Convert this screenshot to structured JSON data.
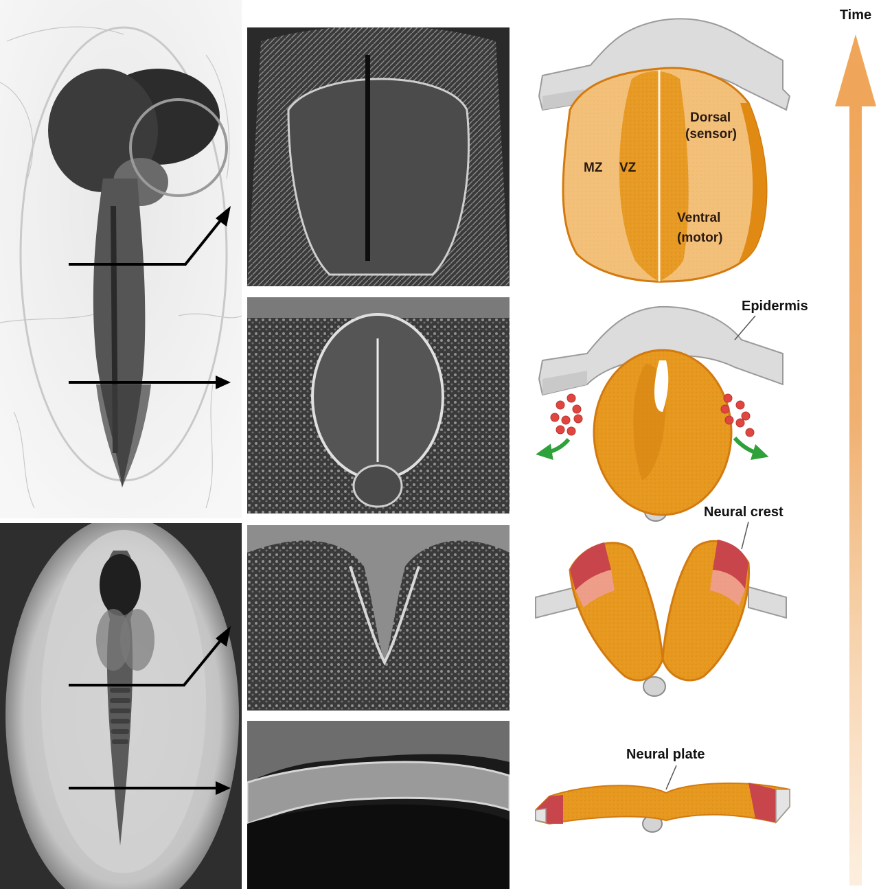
{
  "labels": {
    "time": "Time",
    "dorsal_line1": "Dorsal",
    "dorsal_line2": "(sensor)",
    "mz": "MZ",
    "vz": "VZ",
    "ventral_line1": "Ventral",
    "ventral_line2": "(motor)",
    "epidermis": "Epidermis",
    "neural_crest": "Neural crest",
    "neural_plate": "Neural plate"
  },
  "colors": {
    "neural_tissue": "#e6981f",
    "neural_tissue_light": "#f3c07a",
    "neural_tissue_dark": "#d27a10",
    "epidermis": "#dcdcdc",
    "neural_crest": "#c8454b",
    "migrating_cells": "#e0463f",
    "migration_arrow": "#2fa13a",
    "time_arrow": "#f0a65a"
  },
  "photos": [
    {
      "name": "embryo-later-stage",
      "kind": "light micrograph"
    },
    {
      "name": "section-closed-tube-upper",
      "kind": "scanning electron micrograph"
    },
    {
      "name": "section-closed-tube-lower",
      "kind": "scanning electron micrograph"
    },
    {
      "name": "embryo-early-stage",
      "kind": "light micrograph"
    },
    {
      "name": "section-neural-groove",
      "kind": "scanning electron micrograph"
    },
    {
      "name": "section-neural-plate",
      "kind": "scanning electron micrograph"
    }
  ]
}
